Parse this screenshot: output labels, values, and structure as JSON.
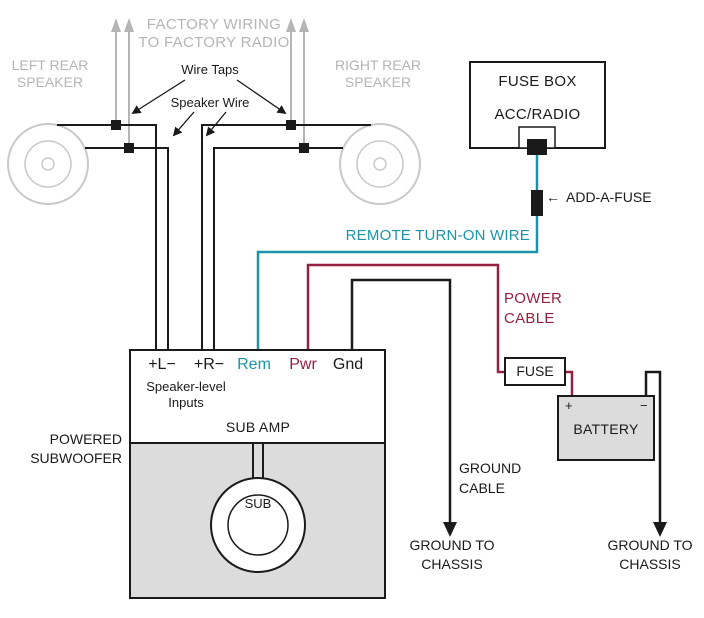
{
  "colors": {
    "remote_wire": "#1b94a9",
    "power_wire": "#96203f",
    "wire_black": "#1a1a1a",
    "factory_gray": "#b5b5b5",
    "speaker_outline": "#c9c9c9",
    "enclosure_fill": "#dcdcdc"
  },
  "top": {
    "factory_wiring": "FACTORY WIRING\nTO FACTORY RADIO",
    "left_speaker": "LEFT REAR\nSPEAKER",
    "right_speaker": "RIGHT REAR\nSPEAKER",
    "wire_taps": "Wire Taps",
    "speaker_wire": "Speaker Wire"
  },
  "fuse_box": {
    "title": "FUSE BOX",
    "slot": "ACC/RADIO"
  },
  "add_a_fuse": {
    "arrow": "←",
    "label": "ADD-A-FUSE"
  },
  "wires": {
    "remote": "REMOTE TURN-ON WIRE",
    "power": "POWER\nCABLE",
    "ground_cable": "GROUND\nCABLE"
  },
  "amp": {
    "terminals": [
      "+L−",
      "+R−",
      "Rem",
      "Pwr",
      "Gnd"
    ],
    "inputs_label": "Speaker-level\nInputs",
    "name": "SUB AMP",
    "outside_label": "POWERED\nSUBWOOFER",
    "sub": "SUB"
  },
  "power_path": {
    "fuse": "FUSE",
    "battery": "BATTERY",
    "plus": "+",
    "minus": "−"
  },
  "grounds": {
    "left": "GROUND TO\nCHASSIS",
    "right": "GROUND TO\nCHASSIS"
  }
}
